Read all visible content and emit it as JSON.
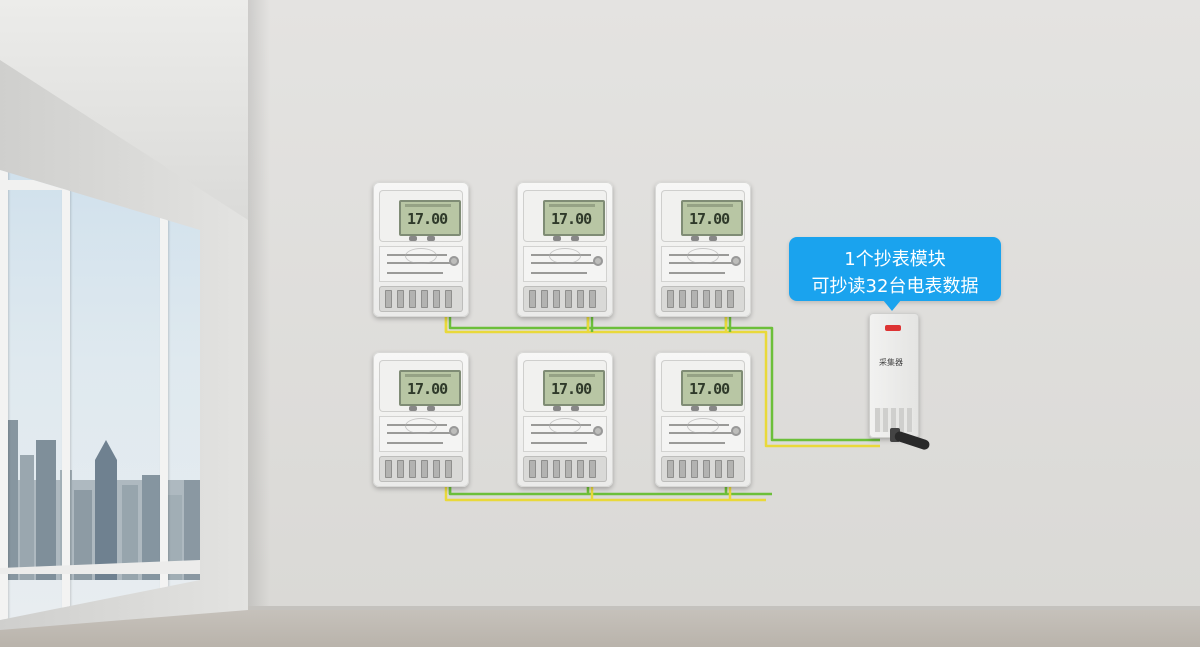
{
  "callout": {
    "line1": "1个抄表模块",
    "line2": "可抄读32台电表数据",
    "color": "#1aa3ee"
  },
  "meters": [
    {
      "display": "17.00"
    },
    {
      "display": "17.00"
    },
    {
      "display": "17.00"
    },
    {
      "display": "17.00"
    },
    {
      "display": "17.00"
    },
    {
      "display": "17.00"
    }
  ],
  "collector": {
    "label": "采集器",
    "led_color": "#dd3333"
  },
  "wires": {
    "green": "#6cbf3a",
    "yellow": "#e9d93a"
  }
}
